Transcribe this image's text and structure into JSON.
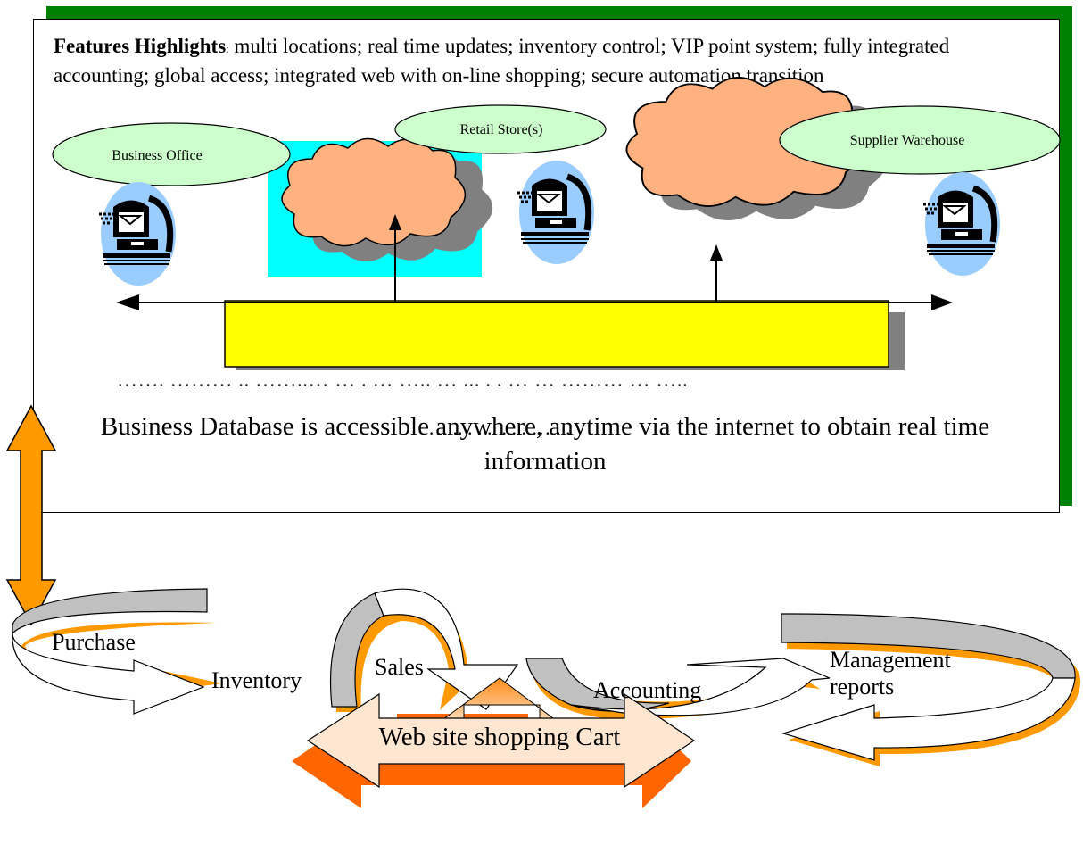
{
  "features": {
    "heading": "Features Highlights",
    "separator": ":",
    "text": " multi locations; real time updates; inventory control; VIP point system; fully integrated accounting; global access; integrated web with on-line shopping; secure automation transition"
  },
  "locations": {
    "business_office": "Business Office",
    "retail_store": "Retail Store(s)",
    "supplier_warehouse": "Supplier Warehouse"
  },
  "database_statement": {
    "dots_top": "…….  ……… .. ……..…  … . … ….. … ... . .  … … ……… …  …..",
    "text": "Business Database is accessible anywhere, anytime via the internet to obtain real time information",
    "dots_bottom": "… .. . . .. . .  . … . ."
  },
  "workflow": {
    "purchase": "Purchase",
    "inventory": "Inventory",
    "sales": "Sales",
    "accounting": "Accounting",
    "management_reports": "Management reports",
    "shopping_cart": "Web site shopping Cart"
  },
  "colors": {
    "panel_shadow": "#008000",
    "cloud": "#FFB27F",
    "cloud_shadow": "#808080",
    "highlight_box": "#00FFFF",
    "database_box": "#FFFF00",
    "ellipse": "#CCFFCC",
    "computer_halo": "#99CCFF",
    "arrow_orange": "#FF9900",
    "ribbon_gray": "#C0C0C0"
  }
}
